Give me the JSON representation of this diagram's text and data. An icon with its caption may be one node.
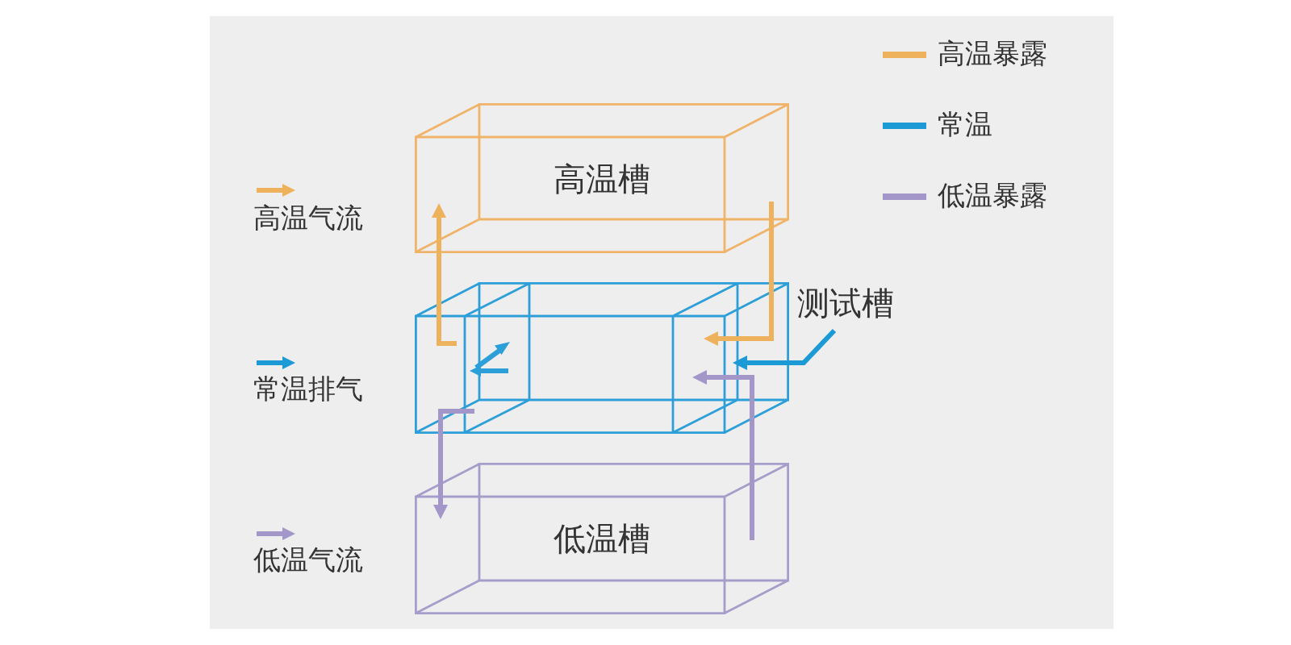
{
  "diagram": {
    "nodes": [
      {
        "text": [
          "高温槽"
        ]
      },
      {
        "text": [
          "测试槽"
        ]
      },
      {
        "text": [],
        "shape": "box"
      },
      {
        "text": [
          "低温槽"
        ]
      }
    ],
    "edges": [
      {
        "from": 2,
        "to": 0,
        "arrow": "to",
        "color": "#efb25c"
      },
      {
        "from": 0,
        "to": 2,
        "arrow": "to",
        "color": "#efb25c"
      },
      {
        "from": 1,
        "to": 2,
        "arrow": "to",
        "color": "#1b9ad6"
      },
      {
        "from": 3,
        "to": 2,
        "arrow": "to",
        "color": "#a396c8"
      },
      {
        "from": 2,
        "to": 3,
        "arrow": "to",
        "color": "#a396c8"
      }
    ],
    "legend": [
      {
        "text": "高温暴露",
        "color": "#efb25c"
      },
      {
        "text": "常温",
        "color": "#1b9ad6"
      },
      {
        "text": "低温暴露",
        "color": "#a396c8"
      },
      {
        "text": "高温气流",
        "color": "#efb25c"
      },
      {
        "text": "常温排气",
        "color": "#1b9ad6"
      },
      {
        "text": "低温气流",
        "color": "#a396c8"
      }
    ]
  }
}
